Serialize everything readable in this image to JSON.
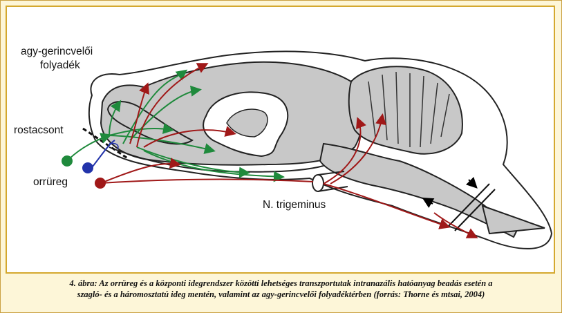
{
  "labels": {
    "csf": "agy-gerincvelői",
    "csf2": "folyadék",
    "ethmoid": "rostacsont",
    "nasal": "orrüreg",
    "trigeminal": "N. trigeminus"
  },
  "caption": {
    "line1": "4. ábra: Az orrüreg és a központi idegrendszer közötti lehetséges transzportutak intranazális hatóanyag beadás esetén a",
    "line2": "szagló- és a háromosztatú ideg mentén, valamint az agy-gerincvelői folyadéktérben (forrás: Thorne és mtsai, 2004)"
  },
  "colors": {
    "olfactory": "#1f8a3c",
    "trigeminal": "#a01818",
    "csf_route": "#2233aa",
    "border": "#d4a82e",
    "brain_fill": "#c8c8c8"
  }
}
